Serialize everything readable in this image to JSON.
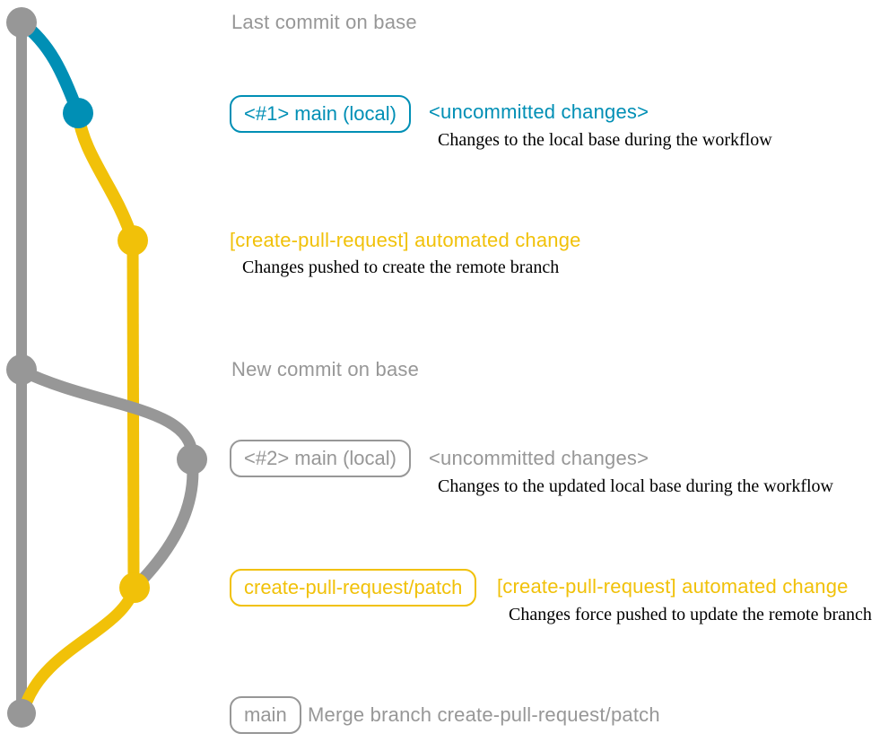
{
  "colors": {
    "gray": "#979797",
    "blue": "#008fb5",
    "yellow": "#f1c109",
    "caption_text": "#000000",
    "background": "#ffffff"
  },
  "graph": {
    "branches": [
      {
        "name": "base",
        "color_key": "gray"
      },
      {
        "name": "main (local)",
        "color_key": "blue"
      },
      {
        "name": "create-pull-request/patch",
        "color_key": "yellow"
      }
    ],
    "commits": [
      {
        "id": "base-1",
        "branch": "base",
        "color_key": "gray"
      },
      {
        "id": "main-local-1",
        "branch": "main (local)",
        "color_key": "blue"
      },
      {
        "id": "patch-1",
        "branch": "create-pull-request/patch",
        "color_key": "yellow"
      },
      {
        "id": "base-2",
        "branch": "base",
        "color_key": "gray"
      },
      {
        "id": "main-local-2",
        "branch": "main (local)",
        "color_key": "gray"
      },
      {
        "id": "patch-2",
        "branch": "create-pull-request/patch",
        "color_key": "yellow"
      },
      {
        "id": "base-merge",
        "branch": "base",
        "color_key": "gray"
      }
    ]
  },
  "annotations": {
    "row1": {
      "header": "Last commit on base"
    },
    "row2": {
      "badge": "<#1> main (local)",
      "message": "<uncommitted changes>",
      "caption": "Changes to the local base during the workflow"
    },
    "row3": {
      "message": "[create-pull-request] automated change",
      "caption": "Changes pushed to create the remote branch"
    },
    "row4": {
      "header": "New commit on base"
    },
    "row5": {
      "badge": "<#2> main (local)",
      "message": "<uncommitted changes>",
      "caption": "Changes to the updated local base during the workflow"
    },
    "row6": {
      "badge": "create-pull-request/patch",
      "message": "[create-pull-request] automated change",
      "caption": "Changes force pushed to update the remote branch"
    },
    "row7": {
      "badge": "main",
      "message": "Merge branch create-pull-request/patch"
    }
  }
}
